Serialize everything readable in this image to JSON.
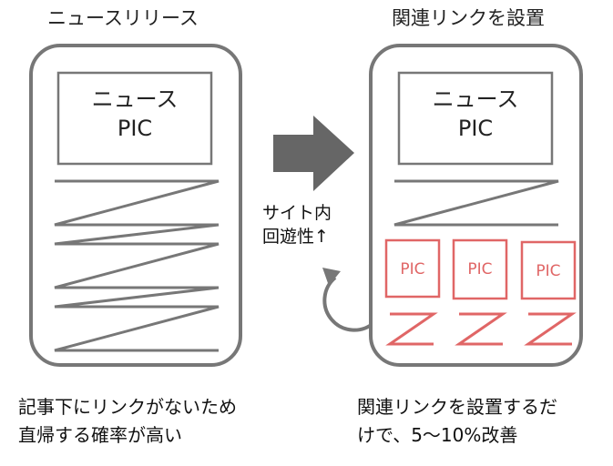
{
  "left": {
    "heading": "ニュースリリース",
    "pic_box": {
      "line1": "ニュース",
      "line2": "PIC"
    },
    "caption": {
      "line1": "記事下にリンクがないため",
      "line2": "直帰する確率が高い"
    }
  },
  "right": {
    "heading": "関連リンクを設置",
    "pic_box": {
      "line1": "ニュース",
      "line2": "PIC"
    },
    "related_pics": [
      "PIC",
      "PIC",
      "PIC"
    ],
    "caption": {
      "line1": "関連リンクを設置するだ",
      "line2": "けで、5～10%改善"
    }
  },
  "arrow": {
    "line1": "サイト内",
    "line2": "回遊性↑"
  },
  "colors": {
    "gray": "#777777",
    "red": "#e06666"
  }
}
